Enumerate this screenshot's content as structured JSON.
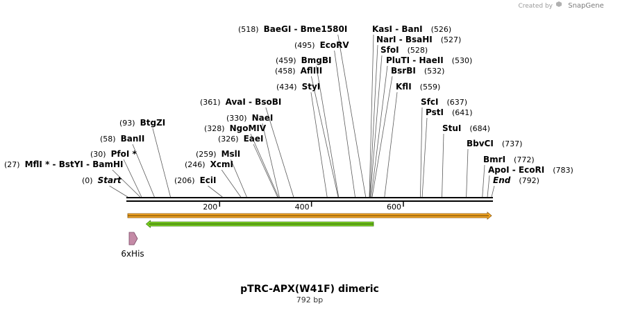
{
  "credit": {
    "prefix": "Created by",
    "brand": "SnapGene"
  },
  "map": {
    "title": "pTRC-APX(W41F) dimeric",
    "length_label": "792 bp",
    "length": 792,
    "ruler_ticks": [
      "200",
      "400",
      "600"
    ]
  },
  "sites": [
    {
      "pos_label": "(0)",
      "pos": 0,
      "parts": [
        {
          "t": "Start",
          "style": "italic"
        }
      ]
    },
    {
      "pos_label": "(27)",
      "pos": 27,
      "parts": [
        {
          "t": "MflI"
        },
        {
          "t": " * "
        },
        {
          "t": "- BstYI"
        },
        {
          "t": " - BamHI"
        }
      ]
    },
    {
      "pos_label": "(30)",
      "pos": 30,
      "parts": [
        {
          "t": "PfoI *"
        }
      ]
    },
    {
      "pos_label": "(58)",
      "pos": 58,
      "parts": [
        {
          "t": "BanII"
        }
      ]
    },
    {
      "pos_label": "(93)",
      "pos": 93,
      "parts": [
        {
          "t": "BtgZI"
        }
      ]
    },
    {
      "pos_label": "(206)",
      "pos": 206,
      "parts": [
        {
          "t": "EciI"
        }
      ]
    },
    {
      "pos_label": "(246)",
      "pos": 246,
      "parts": [
        {
          "t": "XcmI"
        }
      ]
    },
    {
      "pos_label": "(259)",
      "pos": 259,
      "parts": [
        {
          "t": "MslI"
        }
      ]
    },
    {
      "pos_label": "(326)",
      "pos": 326,
      "parts": [
        {
          "t": "EaeI"
        }
      ]
    },
    {
      "pos_label": "(328)",
      "pos": 328,
      "parts": [
        {
          "t": "NgoMIV"
        }
      ]
    },
    {
      "pos_label": "(330)",
      "pos": 330,
      "parts": [
        {
          "t": "NaeI"
        }
      ]
    },
    {
      "pos_label": "(361)",
      "pos": 361,
      "parts": [
        {
          "t": "AvaI"
        },
        {
          "t": "  - BsoBI"
        }
      ]
    },
    {
      "pos_label": "(434)",
      "pos": 434,
      "parts": [
        {
          "t": "StyI"
        }
      ]
    },
    {
      "pos_label": "(458)",
      "pos": 458,
      "parts": [
        {
          "t": "AflIII"
        }
      ]
    },
    {
      "pos_label": "(459)",
      "pos": 459,
      "parts": [
        {
          "t": "BmgBI"
        }
      ]
    },
    {
      "pos_label": "(495)",
      "pos": 495,
      "parts": [
        {
          "t": "EcoRV"
        }
      ]
    },
    {
      "pos_label": "(518)",
      "pos": 518,
      "parts": [
        {
          "t": "BaeGI"
        },
        {
          "t": "  - Bme1580I"
        }
      ]
    },
    {
      "pos_label": "(526)",
      "pos": 526,
      "parts": [
        {
          "t": "KasI"
        },
        {
          "t": "  - BanI"
        }
      ]
    },
    {
      "pos_label": "(527)",
      "pos": 527,
      "parts": [
        {
          "t": "NarI"
        },
        {
          "t": "  - BsaHI"
        }
      ]
    },
    {
      "pos_label": "(528)",
      "pos": 528,
      "parts": [
        {
          "t": "SfoI"
        }
      ]
    },
    {
      "pos_label": "(530)",
      "pos": 530,
      "parts": [
        {
          "t": "PluTI"
        },
        {
          "t": "  - HaeII"
        }
      ]
    },
    {
      "pos_label": "(532)",
      "pos": 532,
      "parts": [
        {
          "t": "BsrBI"
        }
      ]
    },
    {
      "pos_label": "(559)",
      "pos": 559,
      "parts": [
        {
          "t": "KflI"
        }
      ]
    },
    {
      "pos_label": "(637)",
      "pos": 637,
      "parts": [
        {
          "t": "SfcI"
        }
      ]
    },
    {
      "pos_label": "(641)",
      "pos": 641,
      "parts": [
        {
          "t": "PstI"
        }
      ]
    },
    {
      "pos_label": "(684)",
      "pos": 684,
      "parts": [
        {
          "t": "StuI"
        }
      ]
    },
    {
      "pos_label": "(737)",
      "pos": 737,
      "parts": [
        {
          "t": "BbvCI"
        }
      ]
    },
    {
      "pos_label": "(772)",
      "pos": 772,
      "parts": [
        {
          "t": "BmrI"
        }
      ]
    },
    {
      "pos_label": "(783)",
      "pos": 783,
      "parts": [
        {
          "t": "ApoI"
        },
        {
          "t": "  - EcoRI"
        }
      ]
    },
    {
      "pos_label": "(792)",
      "pos": 792,
      "parts": [
        {
          "t": "End",
          "style": "italic"
        }
      ]
    }
  ],
  "features": [
    {
      "name": "",
      "start": 0,
      "end": 792,
      "direction": "forward",
      "color": "#f5a623"
    },
    {
      "name": "",
      "start": 40,
      "end": 535,
      "direction": "reverse",
      "color": "#7ed321"
    },
    {
      "name": "6xHis",
      "start": 5,
      "end": 22,
      "direction": "forward",
      "color": "#c48aa6"
    }
  ],
  "colors": {
    "backbone": "#000000",
    "feature_outline": "#555555"
  }
}
